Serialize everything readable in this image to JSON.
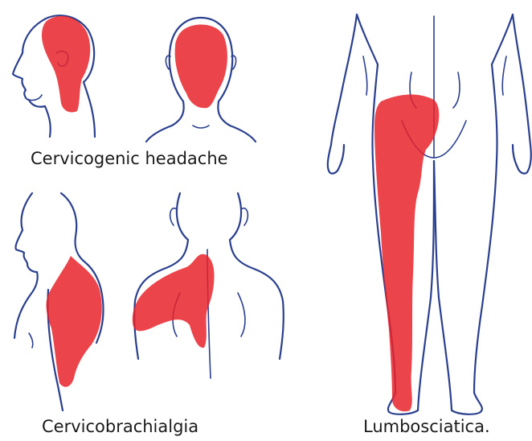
{
  "captions": {
    "cervicogenic_headache": "Cervicogenic headache",
    "cervicobrachialgia": "Cervicobrachialgia",
    "lumbosciatica": "Lumbosciatica."
  },
  "colors": {
    "outline": "#2b3f8f",
    "pain_area": "#e8232b",
    "background": "#ffffff"
  }
}
